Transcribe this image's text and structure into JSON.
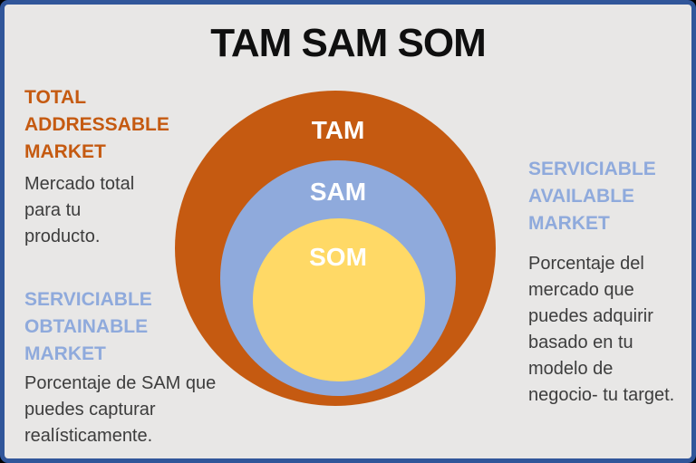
{
  "title": "TAM SAM SOM",
  "colors": {
    "background": "#e8e7e6",
    "border": "#31569a",
    "tam_orange": "#c55a11",
    "sam_blue": "#8faadc",
    "som_yellow": "#ffd966",
    "heading_orange": "#c55a11",
    "heading_blue": "#8faadc",
    "body_text": "#3d3d3d",
    "ring_label_text": "#ffffff"
  },
  "diagram": {
    "rings": [
      {
        "id": "tam",
        "label": "TAM",
        "color": "#c55a11"
      },
      {
        "id": "sam",
        "label": "SAM",
        "color": "#8faadc"
      },
      {
        "id": "som",
        "label": "SOM",
        "color": "#ffd966"
      }
    ]
  },
  "annotations": {
    "left_top": {
      "heading_lines": [
        "TOTAL",
        "ADDRESSABLE",
        "MARKET"
      ],
      "body_lines": [
        "Mercado total",
        "para tu",
        "producto."
      ]
    },
    "left_bottom": {
      "heading_lines": [
        "SERVICIABLE",
        "OBTAINABLE",
        "MARKET"
      ],
      "body_lines": [
        "Porcentaje de SAM que",
        "puedes capturar",
        "realísticamente."
      ]
    },
    "right": {
      "heading_lines": [
        "SERVICIABLE",
        "AVAILABLE",
        "MARKET"
      ],
      "body_lines": [
        "Porcentaje del",
        "mercado que",
        "puedes adquirir",
        "basado en tu",
        "modelo de",
        "negocio- tu target."
      ]
    }
  }
}
